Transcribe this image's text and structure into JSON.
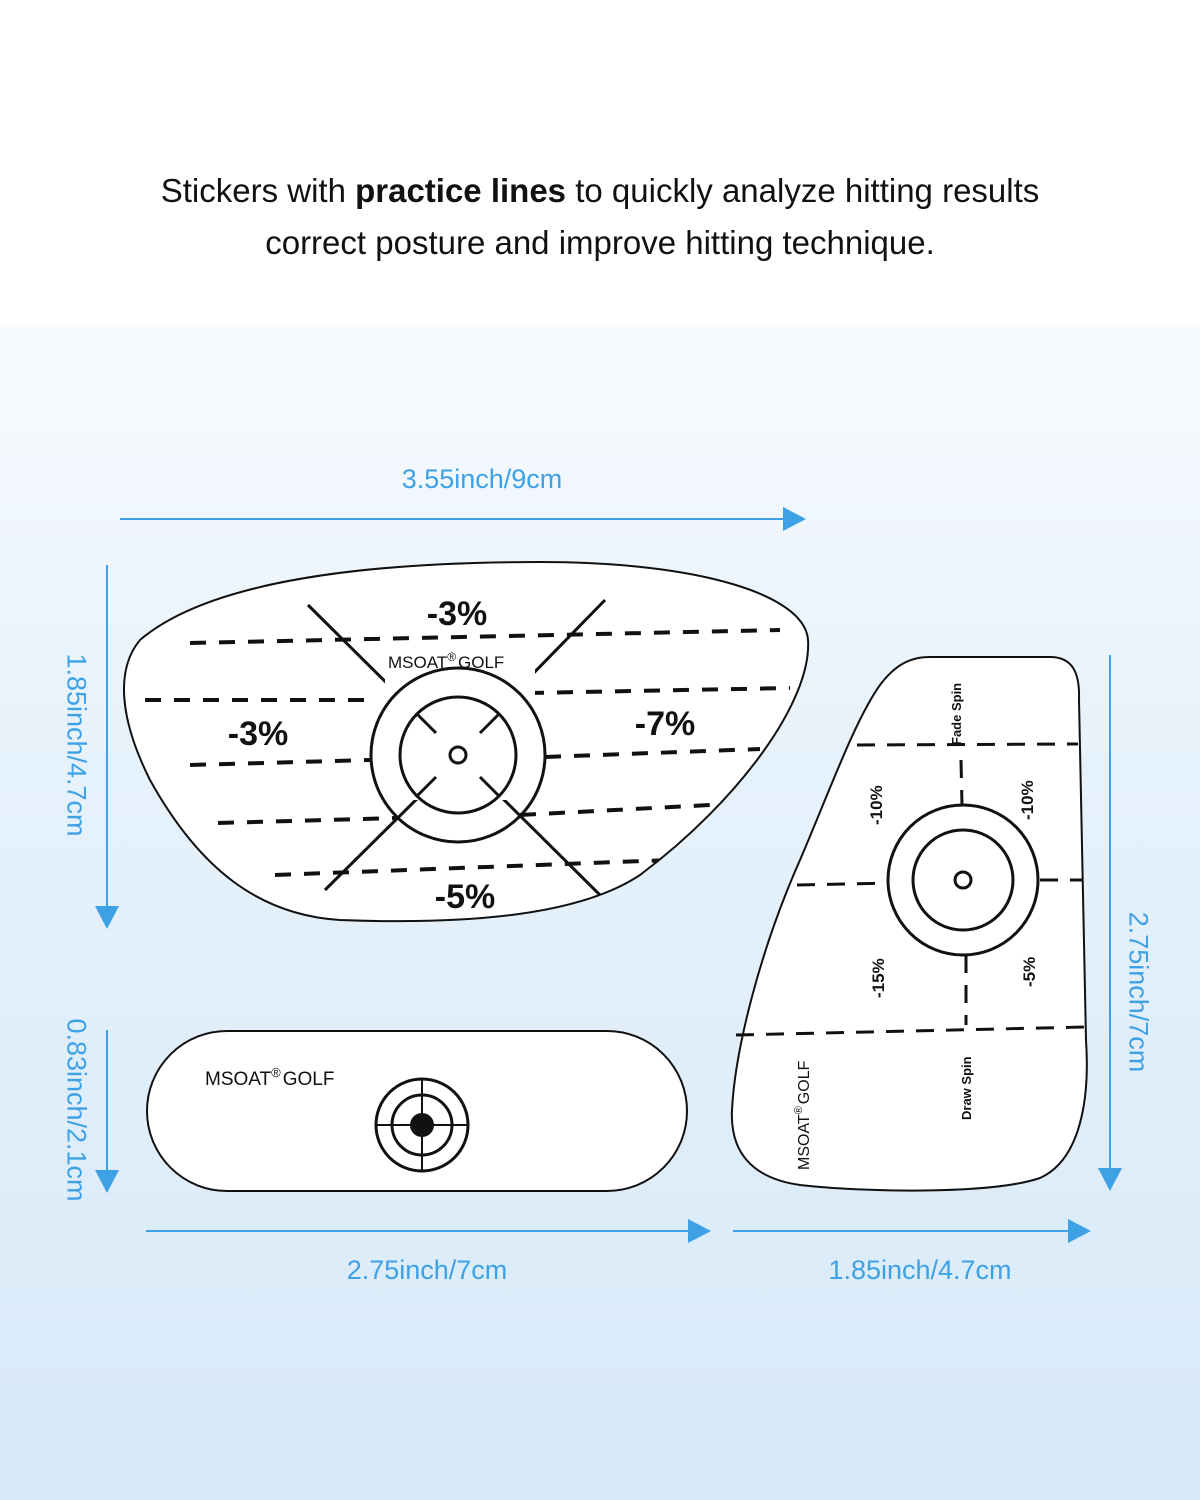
{
  "headline": {
    "line1_before": "Stickers with ",
    "line1_bold": "practice lines",
    "line1_after": " to quickly analyze hitting results",
    "line2": "correct posture and improve hitting technique."
  },
  "dimensions": {
    "driver_width": "3.55inch/9cm",
    "driver_height": "1.85inch/4.7cm",
    "putter_height": "0.83inch/2.1cm",
    "putter_width": "2.75inch/7cm",
    "iron_width": "1.85inch/4.7cm",
    "iron_height": "2.75inch/7cm"
  },
  "driver_sticker": {
    "brand": "MSOAT",
    "brand_suffix": "GOLF",
    "label_top": "-3%",
    "label_left": "-3%",
    "label_right": "-7%",
    "label_bottom": "-5%"
  },
  "putter_sticker": {
    "brand": "MSOAT",
    "brand_suffix": "GOLF"
  },
  "iron_sticker": {
    "brand": "MSOAT",
    "brand_suffix": "GOLF",
    "fade_spin": "Fade Spin",
    "draw_spin": "Draw Spin",
    "label_top_left": "-10%",
    "label_top_right": "-10%",
    "label_bottom_left": "-15%",
    "label_bottom_right": "-5%"
  },
  "colors": {
    "accent": "#3ea1e6",
    "line": "#111111"
  }
}
